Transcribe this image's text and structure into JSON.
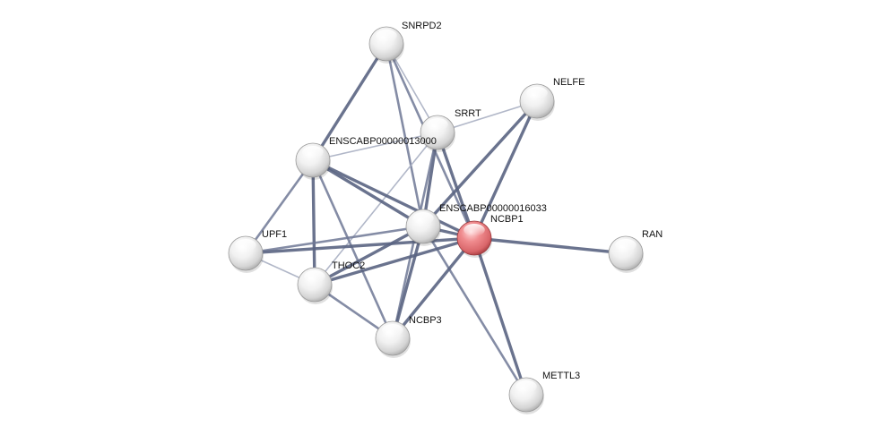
{
  "network": {
    "query_color": "#d9666a",
    "node_color": "#ececec",
    "nodes": [
      {
        "id": "SNRPD2",
        "label": "SNRPD2",
        "query": false
      },
      {
        "id": "NELFE",
        "label": "NELFE",
        "query": false
      },
      {
        "id": "SRRT",
        "label": "SRRT",
        "query": false
      },
      {
        "id": "ENSCABP00000013000",
        "label": "ENSCABP00000013000",
        "query": false
      },
      {
        "id": "ENSCABP00000016033",
        "label": "ENSCABP00000016033",
        "query": false
      },
      {
        "id": "NCBP1",
        "label": "NCBP1",
        "query": true
      },
      {
        "id": "RAN",
        "label": "RAN",
        "query": false
      },
      {
        "id": "UPF1",
        "label": "UPF1",
        "query": false
      },
      {
        "id": "THOC2",
        "label": "THOC2",
        "query": false
      },
      {
        "id": "NCBP3",
        "label": "NCBP3",
        "query": false
      },
      {
        "id": "METTL3",
        "label": "METTL3",
        "query": false
      }
    ],
    "edges": [
      {
        "a": "SNRPD2",
        "b": "ENSCABP00000013000",
        "strength": "strong"
      },
      {
        "a": "SNRPD2",
        "b": "SRRT",
        "strength": "weak"
      },
      {
        "a": "SNRPD2",
        "b": "ENSCABP00000016033",
        "strength": "medium"
      },
      {
        "a": "SNRPD2",
        "b": "NCBP1",
        "strength": "medium"
      },
      {
        "a": "SRRT",
        "b": "ENSCABP00000013000",
        "strength": "weak"
      },
      {
        "a": "SRRT",
        "b": "NELFE",
        "strength": "weak"
      },
      {
        "a": "SRRT",
        "b": "ENSCABP00000016033",
        "strength": "strong"
      },
      {
        "a": "SRRT",
        "b": "NCBP1",
        "strength": "strong"
      },
      {
        "a": "SRRT",
        "b": "THOC2",
        "strength": "weak"
      },
      {
        "a": "SRRT",
        "b": "NCBP3",
        "strength": "medium"
      },
      {
        "a": "NELFE",
        "b": "NCBP1",
        "strength": "strong"
      },
      {
        "a": "NELFE",
        "b": "ENSCABP00000016033",
        "strength": "strong"
      },
      {
        "a": "ENSCABP00000013000",
        "b": "ENSCABP00000016033",
        "strength": "strong"
      },
      {
        "a": "ENSCABP00000013000",
        "b": "NCBP1",
        "strength": "strong"
      },
      {
        "a": "ENSCABP00000013000",
        "b": "UPF1",
        "strength": "medium"
      },
      {
        "a": "ENSCABP00000013000",
        "b": "THOC2",
        "strength": "strong"
      },
      {
        "a": "ENSCABP00000013000",
        "b": "NCBP3",
        "strength": "medium"
      },
      {
        "a": "ENSCABP00000016033",
        "b": "NCBP1",
        "strength": "strong"
      },
      {
        "a": "ENSCABP00000016033",
        "b": "UPF1",
        "strength": "medium"
      },
      {
        "a": "ENSCABP00000016033",
        "b": "THOC2",
        "strength": "strong"
      },
      {
        "a": "ENSCABP00000016033",
        "b": "NCBP3",
        "strength": "strong"
      },
      {
        "a": "ENSCABP00000016033",
        "b": "METTL3",
        "strength": "medium"
      },
      {
        "a": "NCBP1",
        "b": "RAN",
        "strength": "strong"
      },
      {
        "a": "NCBP1",
        "b": "UPF1",
        "strength": "strong"
      },
      {
        "a": "NCBP1",
        "b": "THOC2",
        "strength": "strong"
      },
      {
        "a": "NCBP1",
        "b": "NCBP3",
        "strength": "strong"
      },
      {
        "a": "NCBP1",
        "b": "METTL3",
        "strength": "strong"
      },
      {
        "a": "UPF1",
        "b": "THOC2",
        "strength": "weak"
      },
      {
        "a": "THOC2",
        "b": "NCBP3",
        "strength": "medium"
      }
    ]
  }
}
